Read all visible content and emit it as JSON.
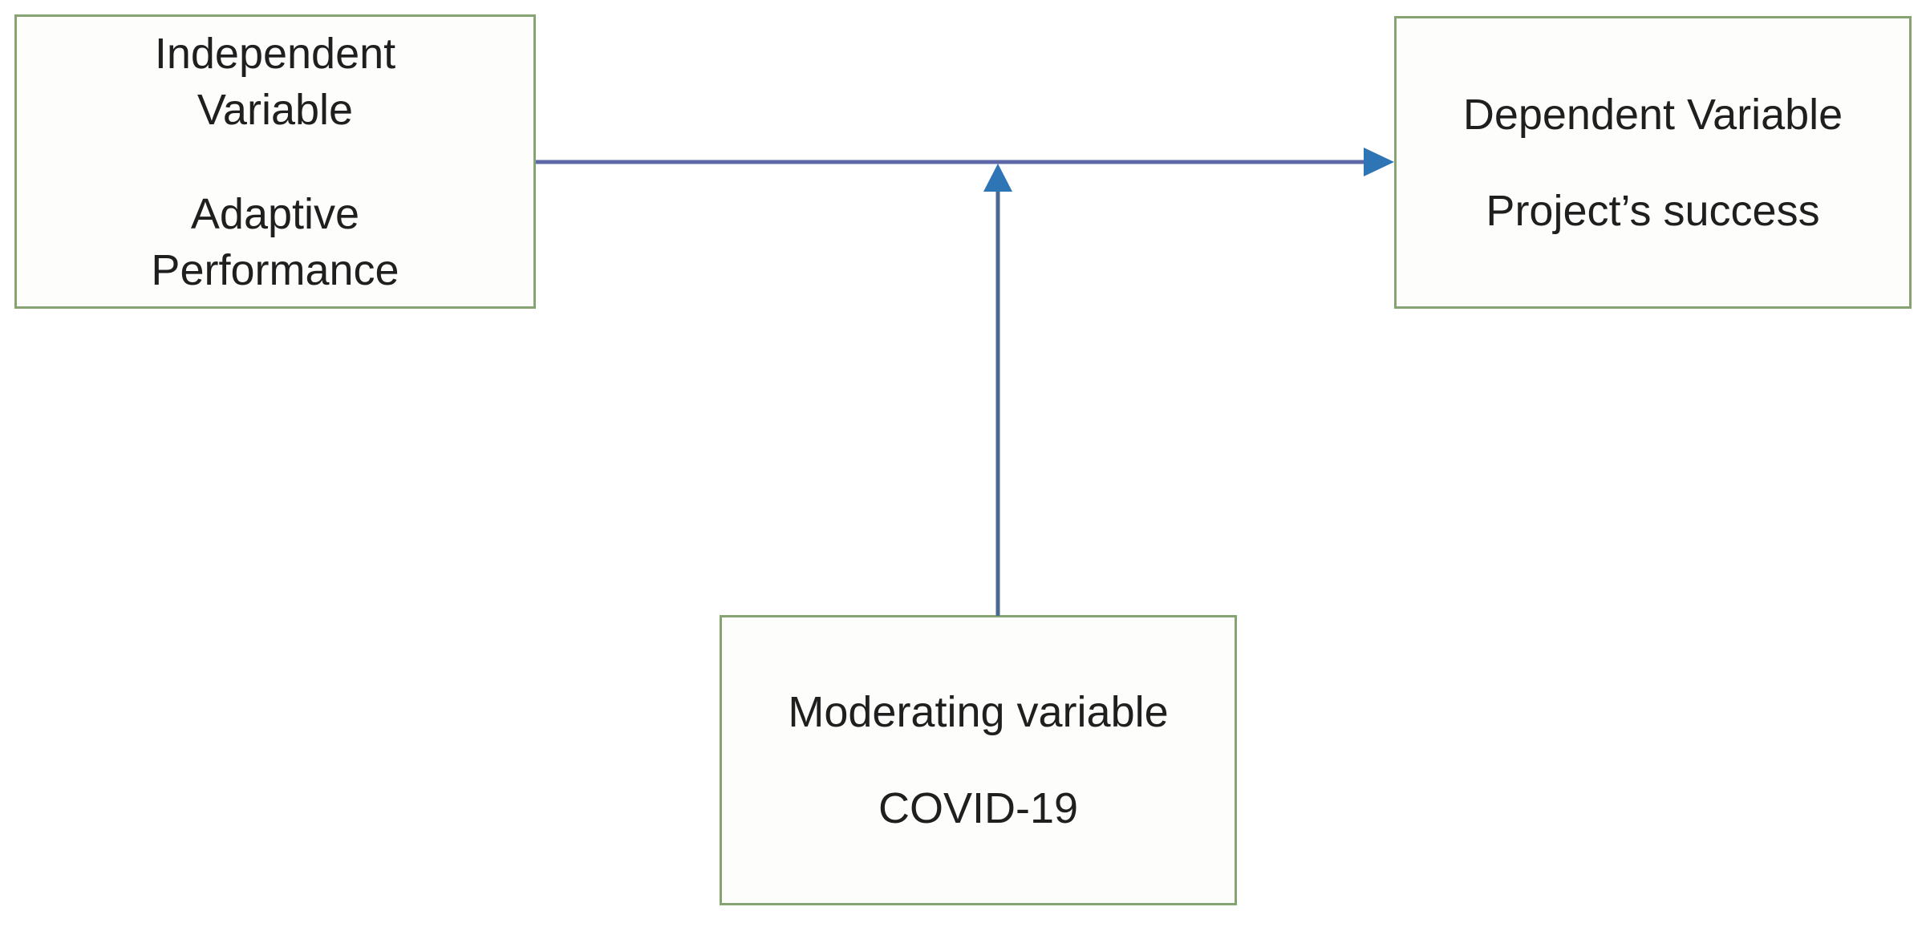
{
  "diagram": {
    "boxes": {
      "independent": {
        "title_lines": [
          "Independent",
          "Variable"
        ],
        "body_lines": [
          "Adaptive",
          "Performance"
        ]
      },
      "dependent": {
        "title_lines": [
          "Dependent Variable"
        ],
        "body_lines": [
          "Project’s success"
        ]
      },
      "moderating": {
        "title_lines": [
          "Moderating variable"
        ],
        "body_lines": [
          "COVID-19"
        ]
      }
    },
    "colors": {
      "box_border": "#85a471",
      "box_fill": "#fdfefc",
      "text": "#1f1f1f",
      "arrow_horizontal": "#5e68a8",
      "arrow_vertical": "#47698f",
      "arrowhead": "#2e75b6",
      "background": "#ffffff"
    }
  }
}
